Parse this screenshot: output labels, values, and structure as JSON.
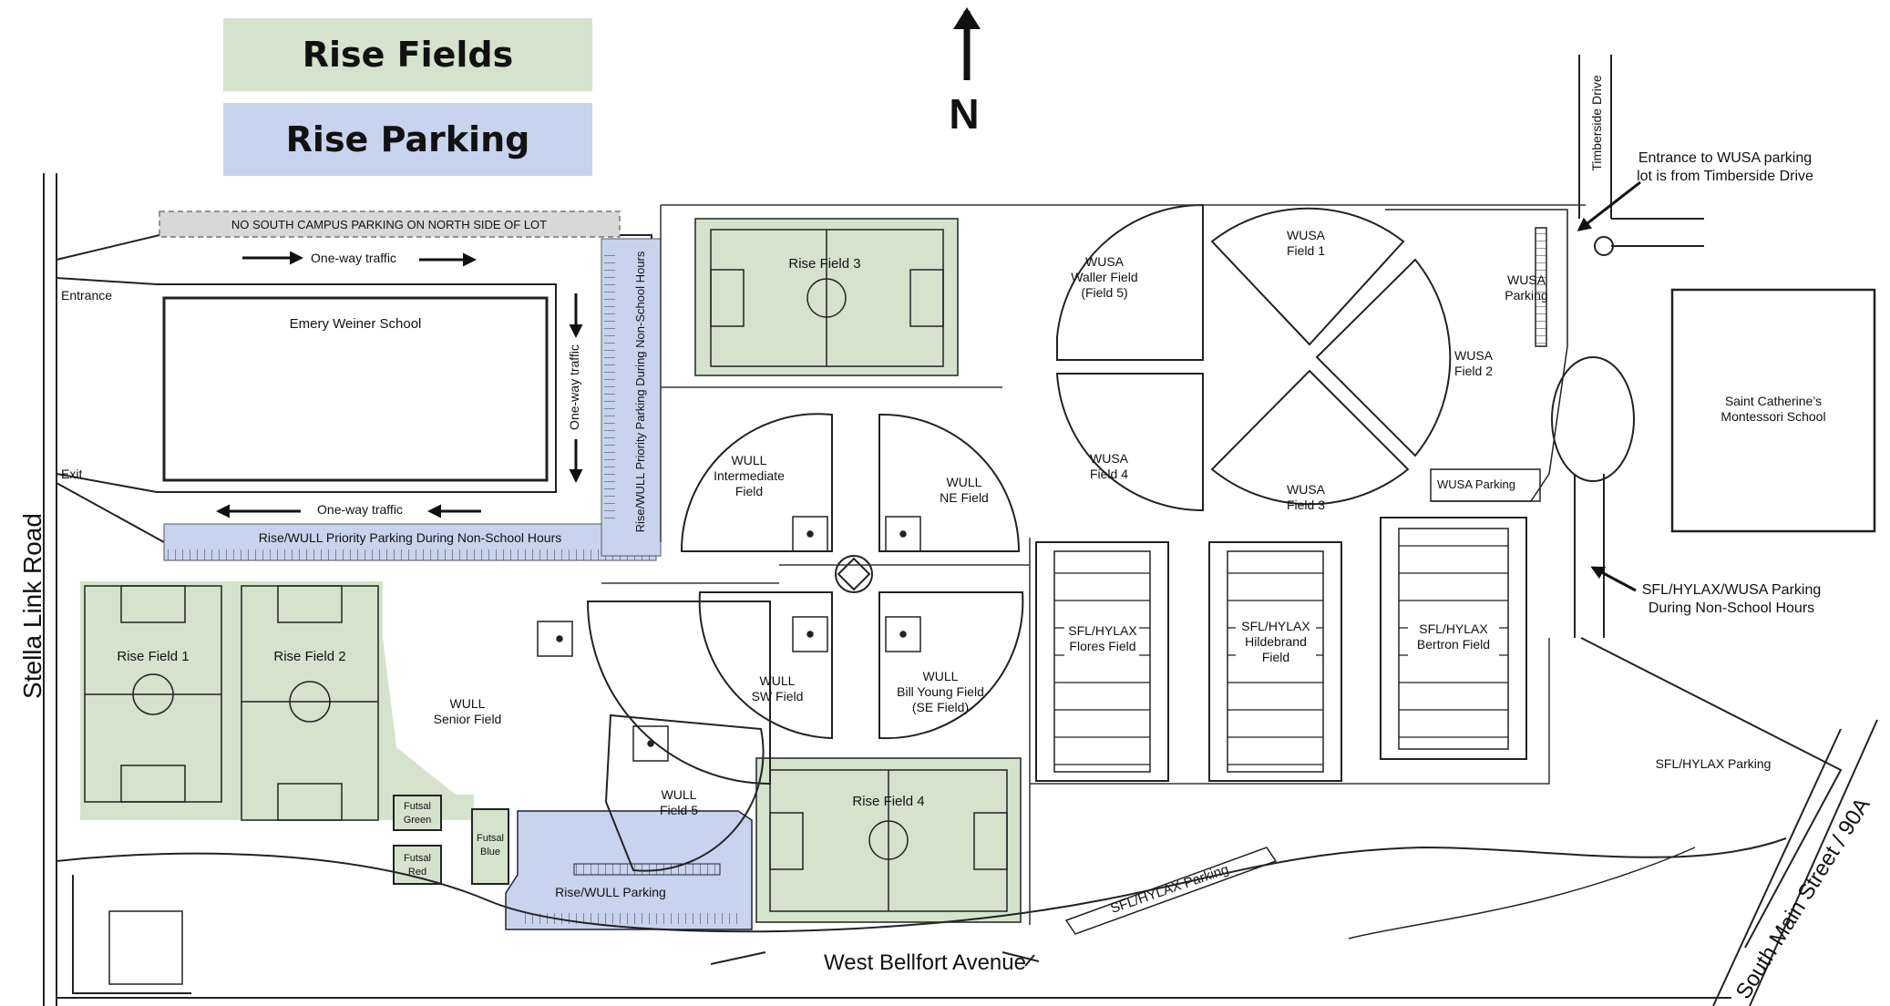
{
  "legend": {
    "fields": {
      "label": "Rise Fields",
      "color": "#d5e3cc"
    },
    "parking": {
      "label": "Rise Parking",
      "color": "#c8d4ee"
    }
  },
  "north": "N",
  "roads": {
    "stella": "Stella Link Road",
    "bellfort": "West Bellfort Avenue",
    "south_main": "South Main Street  /  90A",
    "timberside": "Timberside Drive"
  },
  "north_lot": {
    "no_parking": "NO SOUTH CAMPUS PARKING ON NORTH SIDE OF LOT",
    "entrance": "Entrance",
    "exit": "Exit",
    "one_way_top": "One-way traffic",
    "one_way_side": "One-way traffic",
    "one_way_bottom": "One-way traffic",
    "school": "Emery Weiner School",
    "priority_bottom": "Rise/WULL Priority Parking During Non-School Hours",
    "priority_side": "Rise/WULL Priority Parking During Non-School Hours"
  },
  "rise_fields": {
    "f1": "Rise Field 1",
    "f2": "Rise Field 2",
    "f3": "Rise Field 3",
    "f4": "Rise Field 4"
  },
  "futsal": {
    "green": [
      "Futsal",
      "Green"
    ],
    "red": [
      "Futsal",
      "Red"
    ],
    "blue": [
      "Futsal",
      "Blue"
    ]
  },
  "wull": {
    "intermediate": [
      "WULL",
      "Intermediate",
      "Field"
    ],
    "ne": [
      "WULL",
      "NE Field"
    ],
    "sw": [
      "WULL",
      "SW Field"
    ],
    "bill_young": [
      "WULL",
      "Bill Young Field",
      "(SE Field)"
    ],
    "senior": [
      "WULL",
      "Senior Field"
    ],
    "field5": [
      "WULL",
      "Field 5"
    ]
  },
  "wull_parking": "Rise/WULL Parking",
  "wusa": {
    "waller": [
      "WUSA",
      "Waller Field",
      "(Field 5)"
    ],
    "field4": [
      "WUSA",
      "Field 4"
    ],
    "field1": [
      "WUSA",
      "Field 1"
    ],
    "field2": [
      "WUSA",
      "Field 2"
    ],
    "field3": [
      "WUSA",
      "Field 3"
    ],
    "parking_top": [
      "WUSA",
      "Parking"
    ],
    "parking_bottom": "WUSA Parking"
  },
  "sfl": {
    "flores": [
      "SFL/HYLAX",
      "Flores Field"
    ],
    "hildebrand": [
      "SFL/HYLAX",
      "Hildebrand",
      "Field"
    ],
    "bertron": [
      "SFL/HYLAX",
      "Bertron Field"
    ],
    "parking_south": "SFL/HYLAX Parking",
    "parking_east": "SFL/HYLAX Parking"
  },
  "saint_catherine": [
    "Saint Catherine’s",
    "Montessori School"
  ],
  "callouts": {
    "wusa_entrance": [
      "Entrance to WUSA parking",
      "lot is from Timberside Drive"
    ],
    "sfl_wusa_parking": [
      "SFL/HYLAX/WUSA Parking",
      "During Non-School Hours"
    ]
  }
}
